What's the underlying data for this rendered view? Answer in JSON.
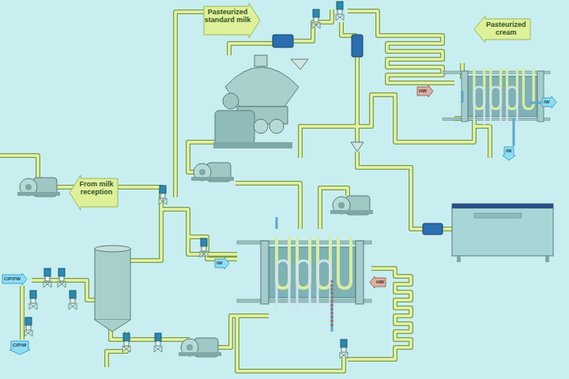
{
  "diagram": {
    "nodes": [
      {
        "text": [
          "Pasteurized standard milk"
        ]
      },
      {
        "text": [
          "Pasteurized cream"
        ]
      },
      {
        "text": [
          "HW"
        ]
      },
      {
        "text": [
          "IW"
        ]
      },
      {
        "text": [
          "IW"
        ]
      },
      {
        "text": [
          "From milk reception"
        ]
      },
      {
        "text": [
          "IW"
        ]
      },
      {
        "text": [
          "HW"
        ]
      },
      {
        "text": [
          "CIP/FW"
        ]
      },
      {
        "text": [
          "CIP/W"
        ]
      }
    ]
  }
}
